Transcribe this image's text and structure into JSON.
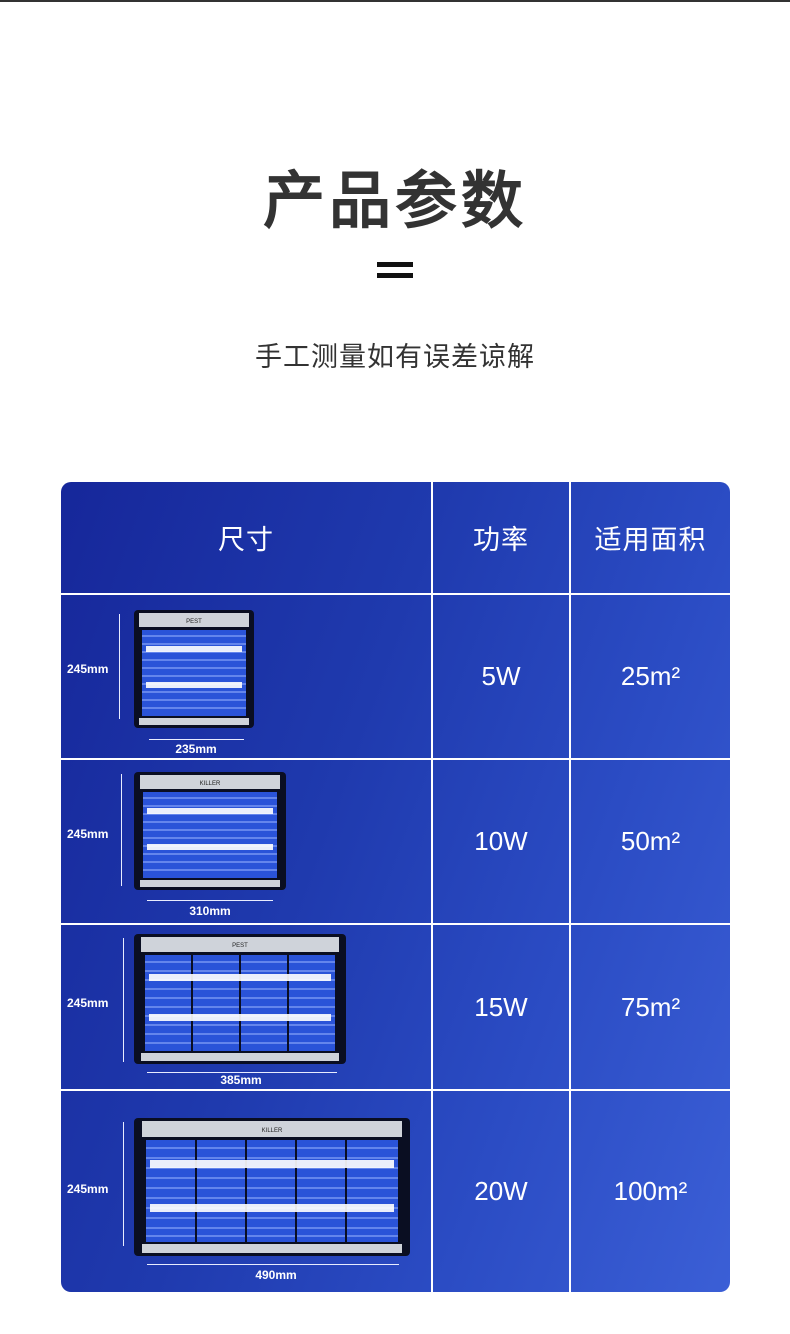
{
  "page": {
    "title": "产品参数",
    "subtitle": "手工测量如有误差谅解"
  },
  "table": {
    "headers": [
      "尺寸",
      "功率",
      "适用面积"
    ],
    "device_label_left": "PEST",
    "device_label_right": "KILLER",
    "rows": [
      {
        "height": "245mm",
        "width": "235mm",
        "power": "5W",
        "area": "25m²"
      },
      {
        "height": "245mm",
        "width": "310mm",
        "power": "10W",
        "area": "50m²"
      },
      {
        "height": "245mm",
        "width": "385mm",
        "power": "15W",
        "area": "75m²"
      },
      {
        "height": "245mm",
        "width": "490mm",
        "power": "20W",
        "area": "100m²"
      }
    ]
  },
  "colors": {
    "table_start": "#16279a",
    "table_end": "#3b5fd6",
    "title": "#333333"
  }
}
